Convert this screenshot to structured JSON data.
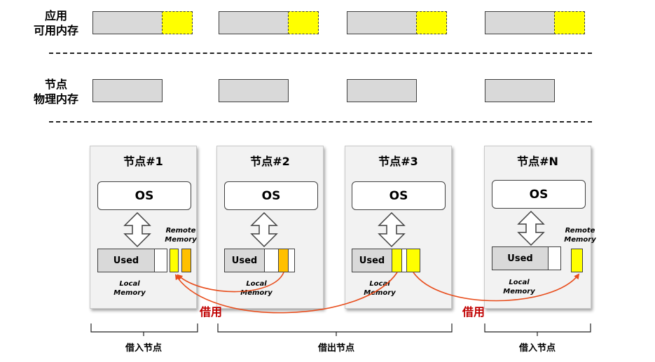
{
  "rows": {
    "app_available_memory": "应用\n可用内存",
    "node_physical_memory": "节点\n物理内存"
  },
  "nodes": [
    {
      "title": "节点#1",
      "os": "OS",
      "used": "Used"
    },
    {
      "title": "节点#2",
      "os": "OS",
      "used": "Used"
    },
    {
      "title": "节点#3",
      "os": "OS",
      "used": "Used"
    },
    {
      "title": "节点#N",
      "os": "OS",
      "used": "Used"
    }
  ],
  "memory_labels": {
    "local": "Local\nMemory",
    "remote": "Remote\nMemory"
  },
  "borrow": "借用",
  "groups": {
    "left": "借入节点",
    "middle": "借出节点",
    "right": "借入节点"
  },
  "colors": {
    "used_gray": "#d9d9d9",
    "borrowed_yellow": "#ffff00",
    "remote_orange": "#ffc000",
    "arrow_red": "#e84c1b",
    "borrow_text": "#c00000"
  }
}
